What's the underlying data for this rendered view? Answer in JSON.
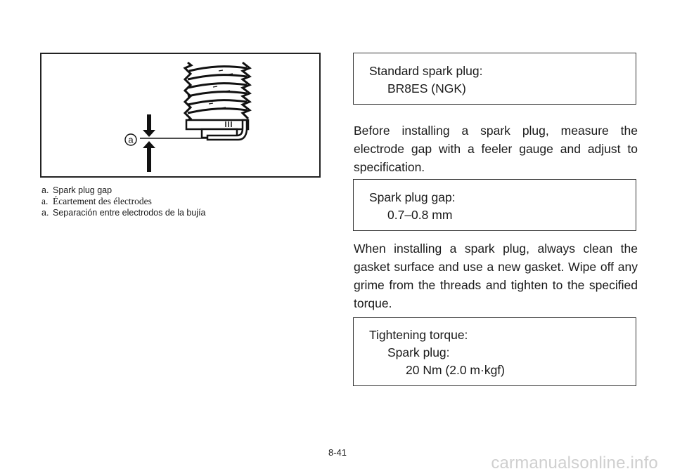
{
  "figure": {
    "callout_letter": "a"
  },
  "captions": [
    {
      "label": "a.",
      "text": "Spark plug gap"
    },
    {
      "label": "a.",
      "text": "Écartement des électrodes"
    },
    {
      "label": "a.",
      "text": "Separación entre electrodos de la bujía"
    }
  ],
  "spec_standard": {
    "title": "Standard spark plug:",
    "value": "BR8ES (NGK)"
  },
  "para_before_installing": "Before installing a spark plug, measure the electrode gap with a feeler gauge and adjust to specification.",
  "spec_gap": {
    "title": "Spark plug gap:",
    "value": "0.7–0.8 mm"
  },
  "para_when_installing": "When installing a spark plug, always clean the gasket surface and use a new gasket. Wipe off any grime from the threads and tighten to the specified torque.",
  "spec_torque": {
    "title": "Tightening torque:",
    "item": "Spark plug:",
    "value": "20 Nm (2.0 m·kgf)"
  },
  "page_number": "8-41",
  "watermark": "carmanualsonline.info"
}
